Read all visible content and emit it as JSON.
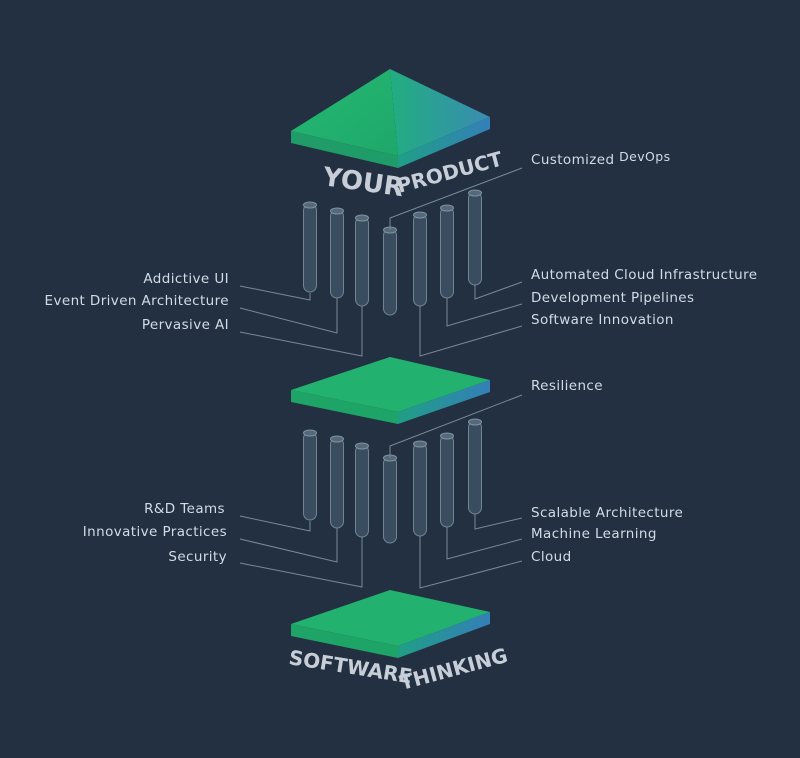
{
  "top_title": {
    "word1": "YOUR",
    "word2": "PRODUCT"
  },
  "bottom_title": {
    "word1": "SOFTWARE",
    "word2": "THINKING"
  },
  "upper_left": [
    "Addictive UI",
    "Event Driven Architecture",
    "Pervasive AI"
  ],
  "upper_right": {
    "customized_a": "Customized",
    "customized_b": "DevOps",
    "items": [
      "Automated Cloud Infrastructure",
      "Development Pipelines",
      "Software Innovation"
    ]
  },
  "middle_right": "Resilience",
  "lower_left": [
    "R&D Teams",
    "Innovative Practices",
    "Security"
  ],
  "lower_right": [
    "Scalable Architecture",
    "Machine Learning",
    "Cloud"
  ],
  "colors": {
    "background": "#233041",
    "slab_top": "#23b26f",
    "slab_side": "#1aa777",
    "slab_edge_blue": "#3183b8",
    "pillar": "#3a4d60",
    "text": "#d3dbe4"
  }
}
